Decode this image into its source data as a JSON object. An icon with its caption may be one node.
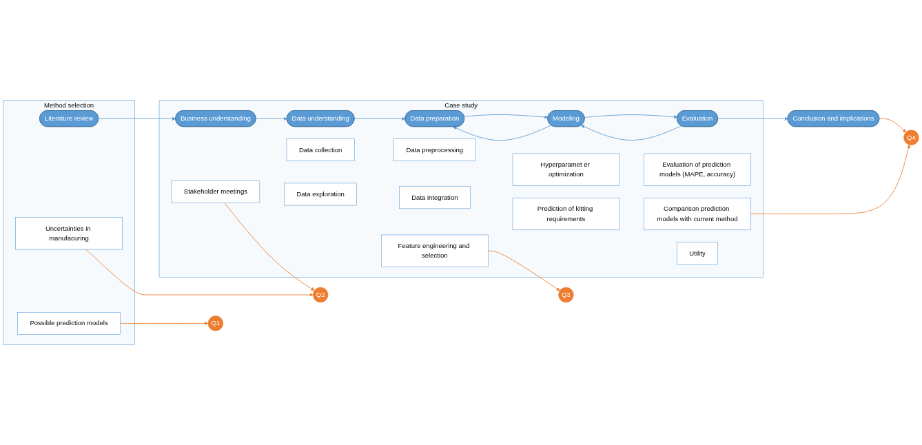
{
  "diagram": {
    "nodes": [
      {
        "text": [
          "Method selection"
        ]
      },
      {
        "text": [
          "Literature review"
        ],
        "in": 0
      },
      {
        "text": [
          "Uncertainties in manufacuring"
        ],
        "in": 0
      },
      {
        "text": [
          "Possible prediction models"
        ],
        "in": 0
      },
      {
        "text": [
          "Case study"
        ]
      },
      {
        "text": [
          "Business understanding"
        ],
        "in": 4
      },
      {
        "text": [
          "Stakeholder meetings"
        ],
        "in": 4
      },
      {
        "text": [
          "Data understanding"
        ],
        "in": 4
      },
      {
        "text": [
          "Data collection"
        ],
        "in": 4
      },
      {
        "text": [
          "Data exploration"
        ],
        "in": 4
      },
      {
        "text": [
          "Data preparation"
        ],
        "in": 4
      },
      {
        "text": [
          "Data preprocessing"
        ],
        "in": 4
      },
      {
        "text": [
          "Data integration"
        ],
        "in": 4
      },
      {
        "text": [
          "Feature engineering and selection"
        ],
        "in": 4
      },
      {
        "text": [
          "Modeling"
        ],
        "in": 4
      },
      {
        "text": [
          "Hyperparamet er optimization"
        ],
        "in": 4
      },
      {
        "text": [
          "Prediction of kitting requirements"
        ],
        "in": 4
      },
      {
        "text": [
          "Evaluation"
        ],
        "in": 4
      },
      {
        "text": [
          "Evaluation of prediction models (MAPE, accuracy)"
        ],
        "in": 4
      },
      {
        "text": [
          "Comparison prediction models with current method"
        ],
        "in": 4
      },
      {
        "text": [
          "Utility"
        ],
        "in": 4
      },
      {
        "text": [
          "Conclusion and implications"
        ]
      },
      {
        "text": [
          "Q1"
        ]
      },
      {
        "text": [
          "Q2"
        ]
      },
      {
        "text": [
          "Q3"
        ]
      },
      {
        "text": [
          "Q4"
        ]
      }
    ],
    "edges": [
      {
        "from": 1,
        "to": 5,
        "arrow": "to"
      },
      {
        "from": 5,
        "to": 7,
        "arrow": "to"
      },
      {
        "from": 7,
        "to": 10,
        "arrow": "to"
      },
      {
        "from": 10,
        "to": 14,
        "arrow": "to"
      },
      {
        "from": 14,
        "to": 17,
        "arrow": "to"
      },
      {
        "from": 17,
        "to": 21,
        "arrow": "to"
      },
      {
        "from": 14,
        "to": 10,
        "arrow": "to"
      },
      {
        "from": 17,
        "to": 14,
        "arrow": "to"
      },
      {
        "from": 3,
        "to": 22,
        "arrow": "to",
        "color": "#ed7d31"
      },
      {
        "from": 2,
        "to": 23,
        "arrow": "to",
        "color": "#ed7d31"
      },
      {
        "from": 6,
        "to": 23,
        "arrow": "to",
        "color": "#ed7d31"
      },
      {
        "from": 13,
        "to": 24,
        "arrow": "to",
        "color": "#ed7d31"
      },
      {
        "from": 19,
        "to": 25,
        "arrow": "to",
        "color": "#ed7d31"
      },
      {
        "from": 21,
        "to": 25,
        "arrow": "to",
        "color": "#ed7d31"
      }
    ]
  }
}
